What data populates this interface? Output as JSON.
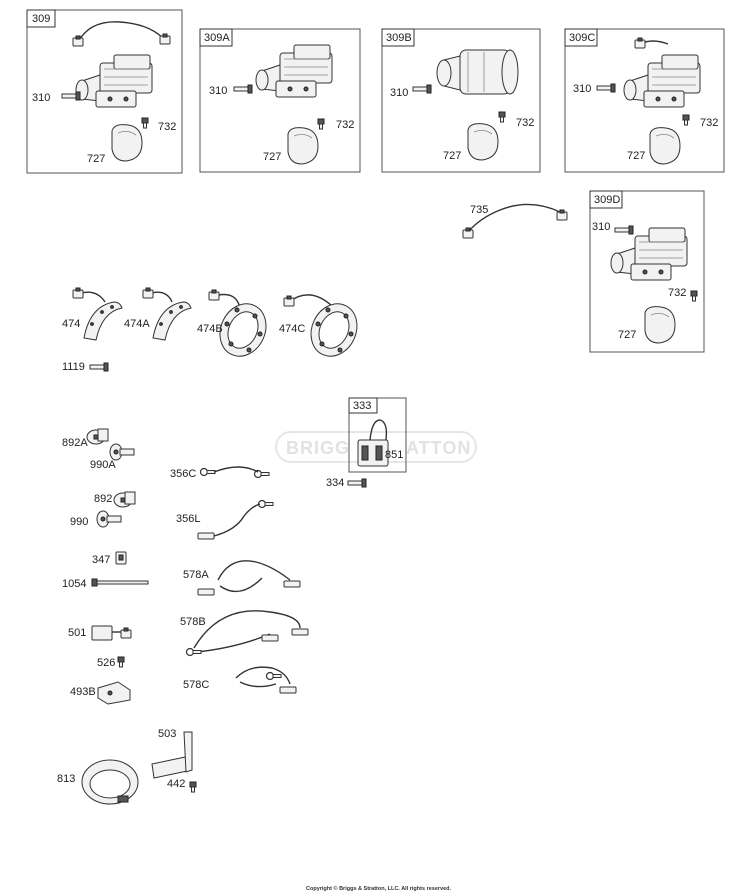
{
  "groups": {
    "g309": {
      "tag": "309",
      "screw": "310",
      "cover": "727",
      "bolt": "732"
    },
    "g309A": {
      "tag": "309A",
      "screw": "310",
      "cover": "727",
      "bolt": "732"
    },
    "g309B": {
      "tag": "309B",
      "screw": "310",
      "cover": "727",
      "bolt": "732"
    },
    "g309C": {
      "tag": "309C",
      "screw": "310",
      "cover": "727",
      "bolt": "732"
    },
    "g309D": {
      "tag": "309D",
      "screw": "310",
      "cover": "727",
      "bolt": "732"
    },
    "g333": {
      "tag": "333",
      "inner": "851"
    }
  },
  "parts": {
    "p735": "735",
    "p474": "474",
    "p474A": "474A",
    "p474B": "474B",
    "p474C": "474C",
    "p1119": "1119",
    "p892A": "892A",
    "p990A": "990A",
    "p356C": "356C",
    "p334": "334",
    "p892": "892",
    "p990": "990",
    "p356L": "356L",
    "p347": "347",
    "p578A": "578A",
    "p1054": "1054",
    "p501": "501",
    "p578B": "578B",
    "p526": "526",
    "p493B": "493B",
    "p578C": "578C",
    "p503": "503",
    "p813": "813",
    "p442": "442"
  },
  "watermark": {
    "left": "BRIGG",
    "right": "ATTON"
  },
  "copyright": "Copyright © Briggs & Stratton, LLC. All rights reserved."
}
